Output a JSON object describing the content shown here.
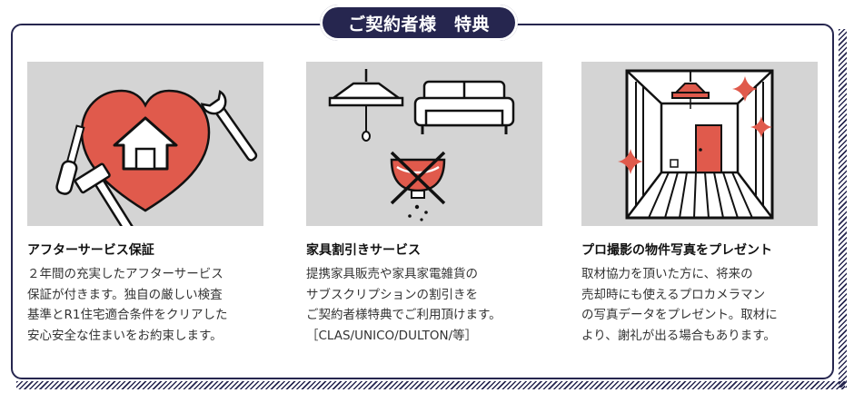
{
  "banner": {
    "title": "ご契約者様　特典"
  },
  "cards": [
    {
      "icon": "heart-house-tools",
      "heading": "アフターサービス保証",
      "body": "２年間の充実したアフターサービス\n保証が付きます。独自の厳しい検査\n基準とR1住宅適合条件をクリアした\n安心安全な住まいをお約束します。"
    },
    {
      "icon": "lamp-sofa-crossed-bowl",
      "heading": "家具割引きサービス",
      "body": "提携家具販売や家具家電雑貨の\nサブスクリプションの割引きを\nご契約者様特典でご利用頂けます。\n［CLAS/UNICO/DULTON/等］"
    },
    {
      "icon": "room-photo-sparkles",
      "heading": "プロ撮影の物件写真をプレゼント",
      "body": "取材協力を頂いた方に、将来の\n売却時にも使えるプロカメラマン\nの写真データをプレゼント。取材に\nより、謝礼が出る場合もあります。"
    }
  ],
  "colors": {
    "navy": "#26264f",
    "accent_red": "#e05a4c",
    "panel_gray": "#d4d4d4"
  }
}
